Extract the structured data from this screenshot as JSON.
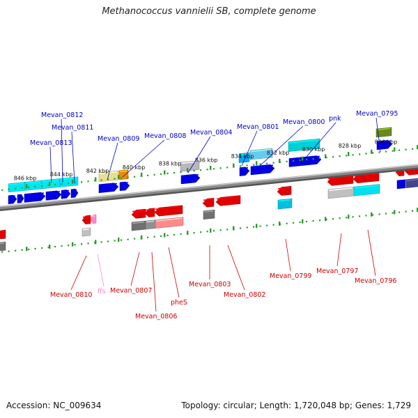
{
  "title": "Methanococcus vannielii SB, complete genome",
  "footer": {
    "accession": "Accession: NC_009634",
    "topology": "Topology: circular; Length: 1,720,048 bp; Genes: 1,729"
  },
  "colors": {
    "backbone": "#8a8a8a",
    "tick": "#2e9a2e",
    "ruler_text": "#111111",
    "forward_label": "#0000cc",
    "reverse_label": "#cc0000",
    "rna_label": "#ff88cc"
  },
  "kbp_ticks": [
    "846 kbp",
    "844 kbp",
    "842 kbp",
    "840 kbp",
    "838 kbp",
    "836 kbp",
    "834 kbp",
    "832 kbp",
    "830 kbp",
    "828 kbp",
    "826 kbp"
  ],
  "forward_labels": [
    "Mevan_0812",
    "Mevan_0811",
    "Mevan_0813",
    "Mevan_0809",
    "Mevan_0808",
    "Mevan_0804",
    "Mevan_0801",
    "Mevan_0800",
    "pnk",
    "Mevan_0795"
  ],
  "reverse_labels": [
    "Mevan_0810",
    "ffs",
    "Mevan_0807",
    "Mevan_0806",
    "pheS",
    "Mevan_0803",
    "Mevan_0802",
    "Mevan_0799",
    "Mevan_0797",
    "Mevan_0796"
  ]
}
